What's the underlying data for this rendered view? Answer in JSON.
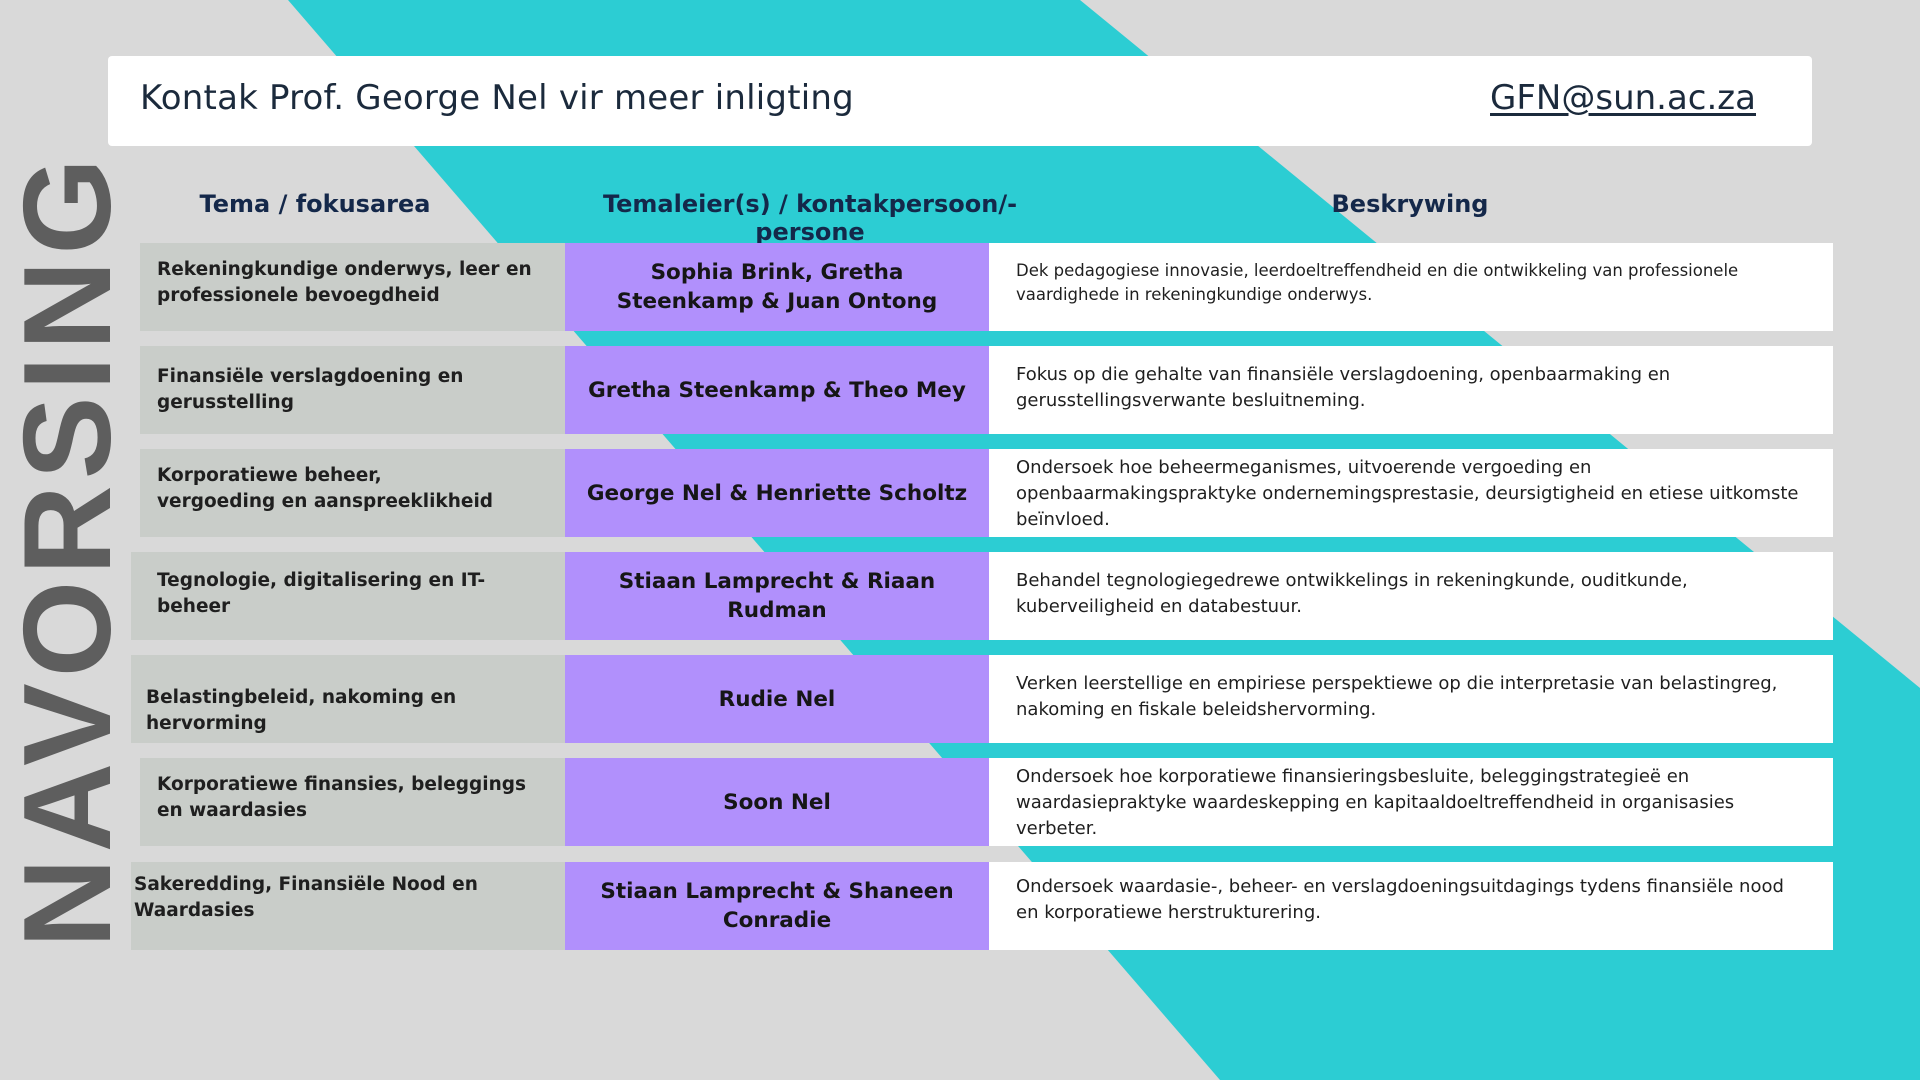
{
  "header": {
    "contact_text": "Kontak Prof. George Nel vir meer inligting",
    "email": "GFN@sun.ac.za"
  },
  "side_title": "NAVORSING",
  "columns": {
    "topic": "Tema / fokusarea",
    "leads": "Temaleier(s) / kontakpersoon/-persone",
    "description": "Beskrywing"
  },
  "rows": [
    {
      "topic": "Rekeningkundige onderwys, leer en professionele bevoegdheid",
      "leads": "Sophia Brink, Gretha Steenkamp & Juan Ontong",
      "description": "Dek pedagogiese innovasie, leerdoeltreffendheid en die ontwikkeling van professionele vaardighede in rekeningkundige onderwys."
    },
    {
      "topic": "Finansiële verslagdoening en gerusstelling",
      "leads": "Gretha Steenkamp & Theo Mey",
      "description": "Fokus op die gehalte van finansiële verslagdoening, openbaarmaking en gerusstellingsverwante besluitneming."
    },
    {
      "topic": "Korporatiewe beheer, vergoeding en aanspreeklikheid",
      "leads": "George Nel & Henriette Scholtz",
      "description": "Ondersoek hoe beheermeganismes, uitvoerende vergoeding en openbaarmakingspraktyke ondernemingsprestasie, deursigtigheid en etiese uitkomste beïnvloed."
    },
    {
      "topic": "Tegnologie, digitalisering en IT-beheer",
      "leads": "Stiaan Lamprecht & Riaan Rudman",
      "description": "Behandel tegnologiegedrewe ontwikkelings in rekeningkunde, ouditkunde, kuberveiligheid en databestuur."
    },
    {
      "topic": "Belastingbeleid, nakoming en hervorming",
      "leads": "Rudie Nel",
      "description": "Verken leerstellige en empiriese perspektiewe op die interpretasie van belastingreg, nakoming en fiskale beleidshervorming."
    },
    {
      "topic": "Korporatiewe finansies, beleggings en waardasies",
      "leads": "Soon Nel",
      "description": "Ondersoek hoe korporatiewe finansieringsbesluite, beleggingstrategieë en waardasiepraktyke waardeskepping en kapitaaldoeltreffendheid in organisasies verbeter."
    },
    {
      "topic": "Sakeredding, Finansiële Nood en Waardasies",
      "leads": "Stiaan Lamprecht & Shaneen Conradie",
      "description": "Ondersoek waardasie-, beheer- en verslagdoeningsuitdagings tydens finansiële nood en korporatiewe herstrukturering."
    }
  ],
  "colors": {
    "background": "#d9d9d9",
    "stripe": "#2ccdd3",
    "topic_cell": "#c9cdc9",
    "lead_cell": "#b190fc",
    "description_cell": "#ffffff",
    "heading_text": "#14284a",
    "side_title": "#5e5e5e"
  }
}
